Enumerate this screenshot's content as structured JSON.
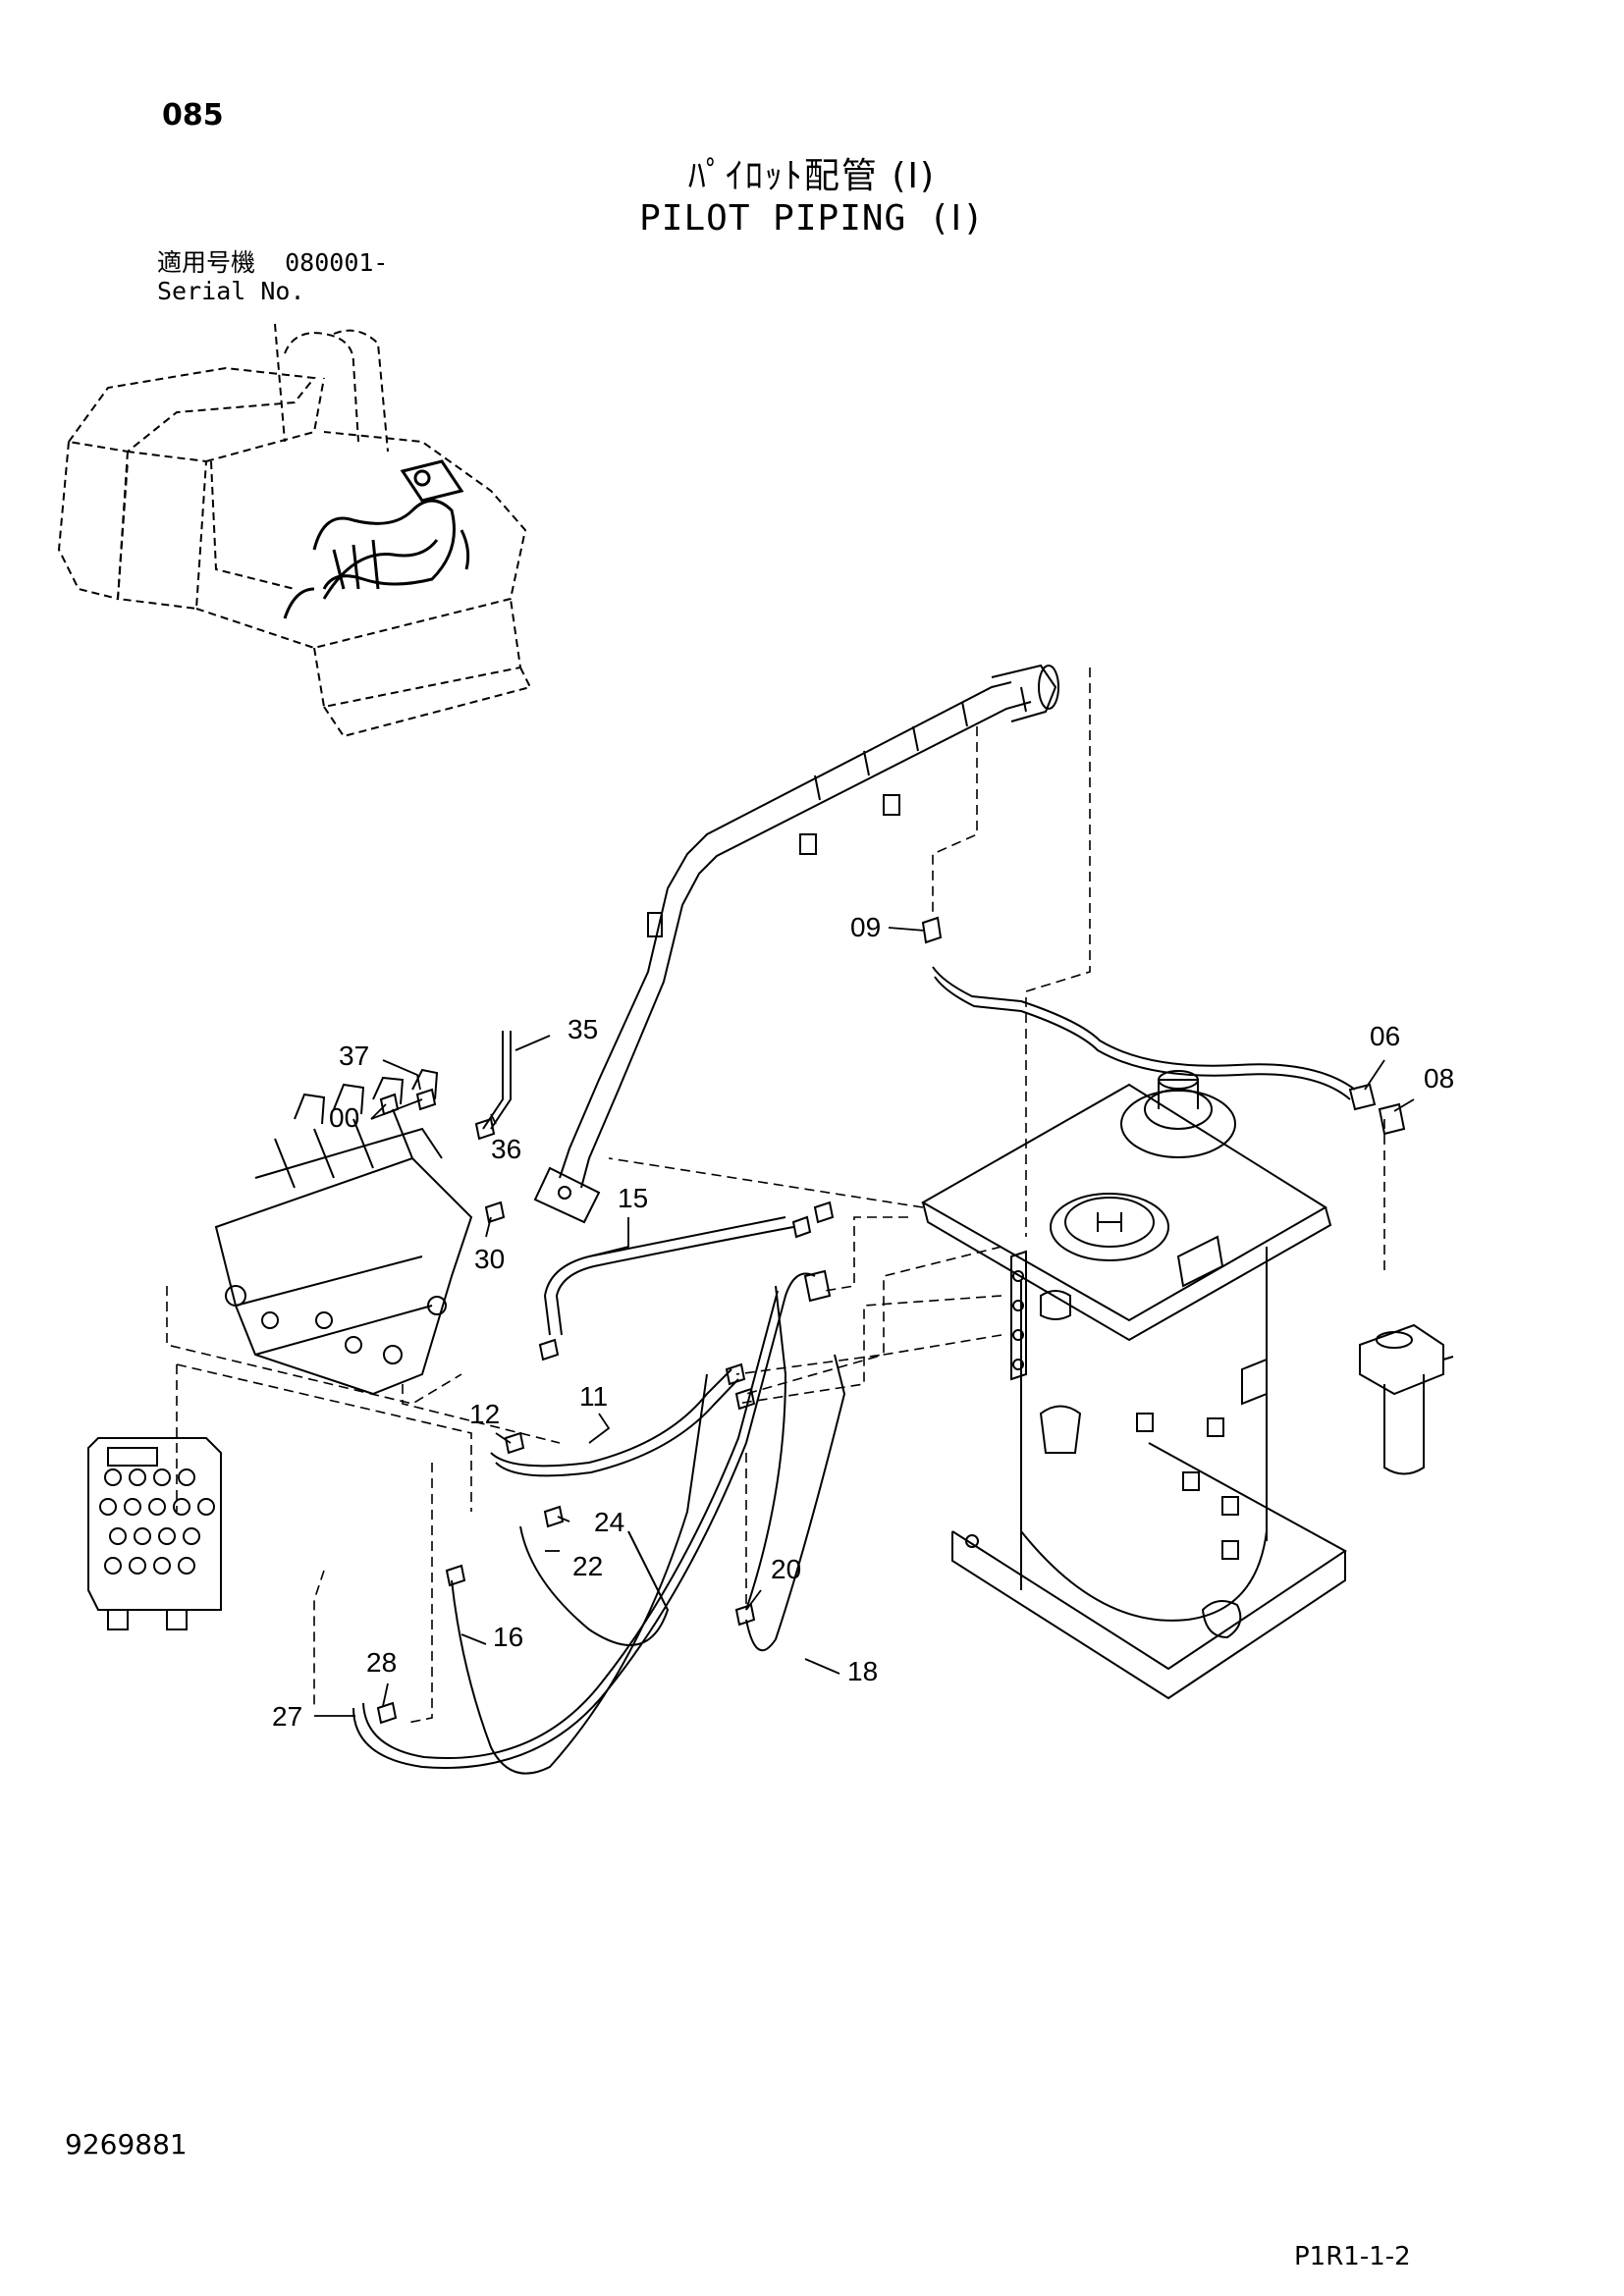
{
  "header": {
    "page_number": "085",
    "title_jp": "ﾊﾟｲﾛｯﾄ配管 (Ⅰ)",
    "title_en": "PILOT PIPING (Ⅰ)",
    "serial_label_jp": "適用号機",
    "serial_label_en": "Serial No.",
    "serial_range": "080001-"
  },
  "callouts": [
    "09",
    "06",
    "08",
    "35",
    "37",
    "00",
    "36",
    "30",
    "15",
    "11",
    "12",
    "24",
    "22",
    "20",
    "18",
    "16",
    "28",
    "27"
  ],
  "footer": {
    "document_number": "9269881",
    "page_code": "P1R1-1-2"
  }
}
